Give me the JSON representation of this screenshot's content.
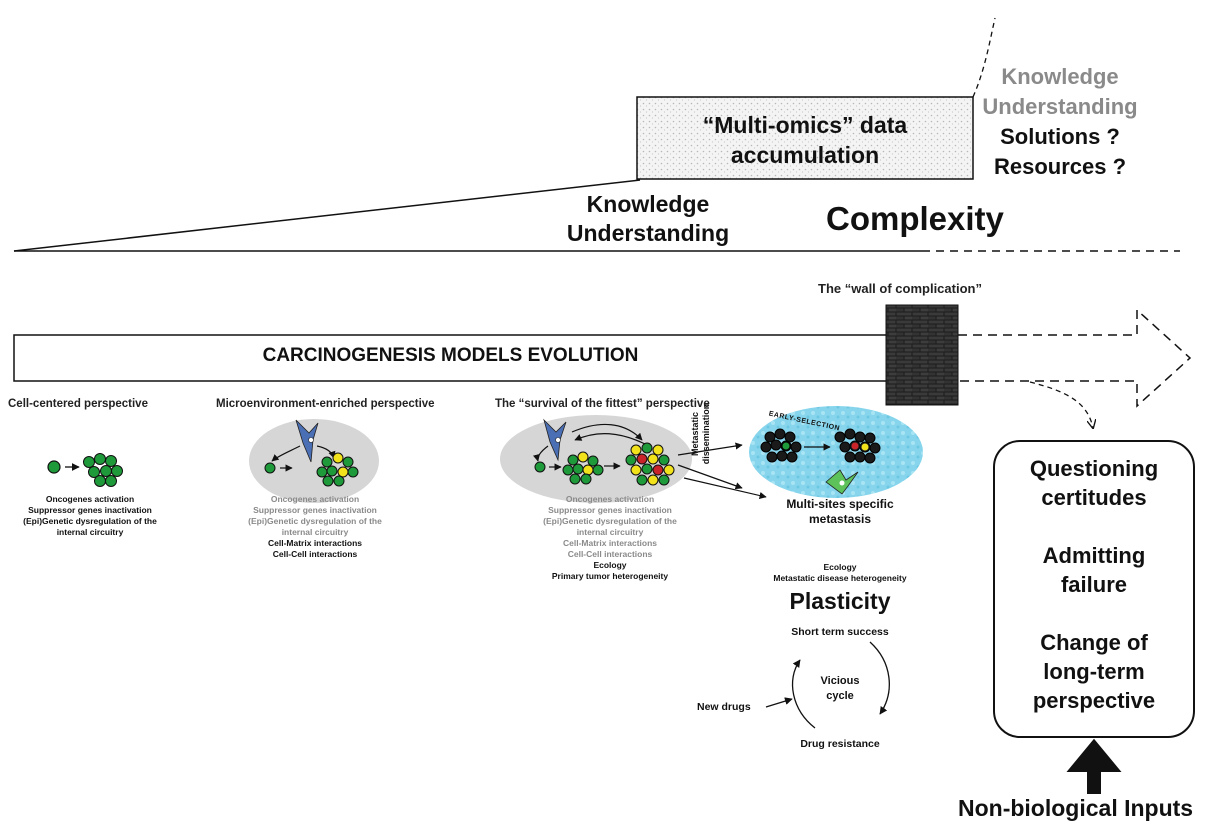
{
  "top": {
    "omics_box_line1": "“Multi-omics” data",
    "omics_box_line2": "accumulation",
    "right_lines": [
      {
        "text": "Knowledge",
        "muted": true
      },
      {
        "text": "Understanding",
        "muted": true
      },
      {
        "text": "Solutions ?",
        "muted": false
      },
      {
        "text": "Resources ?",
        "muted": false
      }
    ],
    "knowledge": "Knowledge",
    "understanding": "Understanding",
    "complexity": "Complexity"
  },
  "wall": {
    "label": "The “wall of complication”"
  },
  "timeline": {
    "title": "CARCINOGENESIS MODELS EVOLUTION"
  },
  "stages": [
    {
      "title": "Cell-centered perspective",
      "lines": [
        {
          "text": "Oncogenes activation",
          "muted": false
        },
        {
          "text": "Suppressor genes inactivation",
          "muted": false
        },
        {
          "text": "(Epi)Genetic dysregulation of the",
          "muted": false
        },
        {
          "text": "internal circuitry",
          "muted": false
        }
      ]
    },
    {
      "title": "Microenvironment-enriched perspective",
      "lines": [
        {
          "text": "Oncogenes activation",
          "muted": true
        },
        {
          "text": "Suppressor genes inactivation",
          "muted": true
        },
        {
          "text": "(Epi)Genetic dysregulation of the",
          "muted": true
        },
        {
          "text": "internal circuitry",
          "muted": true
        },
        {
          "text": "Cell-Matrix interactions",
          "muted": false
        },
        {
          "text": "Cell-Cell interactions",
          "muted": false
        }
      ]
    },
    {
      "title": "The “survival of the fittest” perspective",
      "lines": [
        {
          "text": "Oncogenes activation",
          "muted": true
        },
        {
          "text": "Suppressor genes inactivation",
          "muted": true
        },
        {
          "text": "(Epi)Genetic dysregulation of the",
          "muted": true
        },
        {
          "text": "internal circuitry",
          "muted": true
        },
        {
          "text": "Cell-Matrix interactions",
          "muted": true
        },
        {
          "text": "Cell-Cell interactions",
          "muted": true
        },
        {
          "text": "Ecology",
          "muted": false
        },
        {
          "text": "Primary tumor heterogeneity",
          "muted": false
        }
      ]
    }
  ],
  "metastasis": {
    "dissemination_line1": "Metastatic",
    "dissemination_line2": "dissemination",
    "early_selection": "EARLY-SELECTION",
    "multisite_line1": "Multi-sites specific",
    "multisite_line2": "metastasis",
    "ecology": "Ecology",
    "heterogeneity": "Metastatic disease heterogeneity",
    "plasticity": "Plasticity"
  },
  "cycle": {
    "short_term": "Short term success",
    "vicious_line1": "Vicious",
    "vicious_line2": "cycle",
    "new_drugs": "New drugs",
    "drug_resistance": "Drug resistance"
  },
  "right_box": {
    "lines": [
      "Questioning",
      "certitudes",
      "",
      "Admitting",
      "failure",
      "",
      "Change of",
      "long-term",
      "perspective"
    ]
  },
  "non_bio": "Non-biological Inputs",
  "colors": {
    "cell_green": "#1f9a3a",
    "cell_yellow": "#f2e21c",
    "cell_red": "#c8242a",
    "fibroblast_blue": "#4a6fb5",
    "fibroblast_green": "#5ec25b",
    "ellipse_gray": "#d6d6d6",
    "ellipse_cyan": "#7fd3ea",
    "wall": "#2a2a2a",
    "muted_text": "#8a8a8a"
  }
}
